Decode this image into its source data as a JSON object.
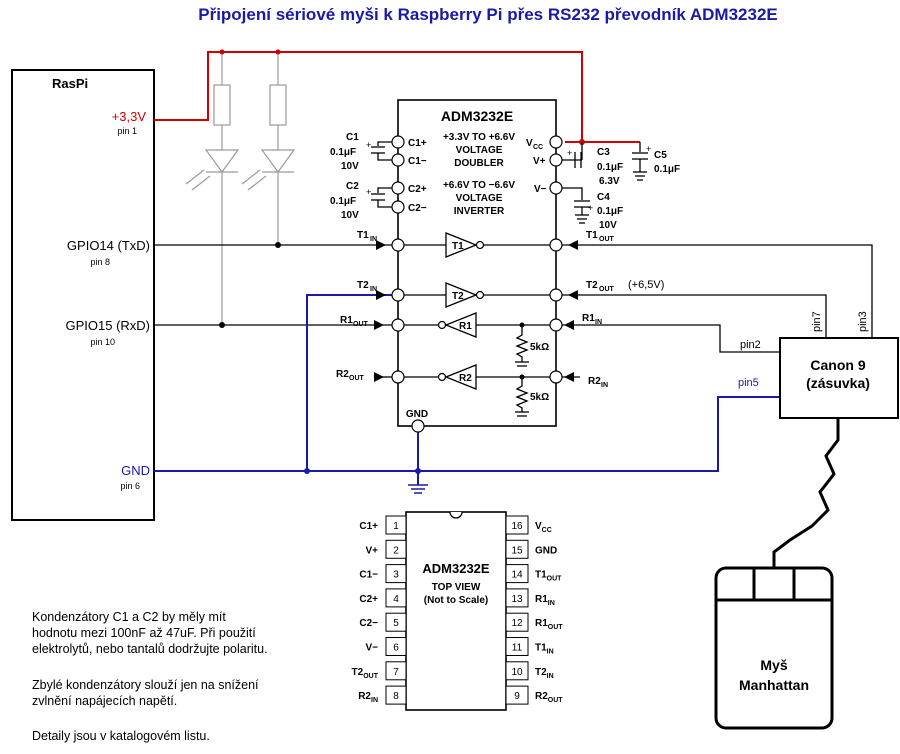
{
  "title": "Připojení  sériové myši   k Raspberry Pi přes RS232 převodník ADM3232E",
  "raspi": {
    "label": "RasPi",
    "pins": [
      {
        "name": "+3,3V",
        "pin": "pin 1",
        "color": "#d00000"
      },
      {
        "name": "GPIO14 (TxD)",
        "pin": "pin 8",
        "color": "#000000"
      },
      {
        "name": "GPIO15 (RxD)",
        "pin": "pin 10",
        "color": "#000000"
      },
      {
        "name": "GND",
        "pin": "pin 6",
        "color": "#1a1aa8"
      }
    ]
  },
  "adm": {
    "title": "ADM3232E",
    "doubler": "+3.3V TO +6.6V",
    "doubler2": "VOLTAGE",
    "doubler3": "DOUBLER",
    "inverter": "+6.6V TO −6.6V",
    "inverter2": "VOLTAGE",
    "inverter3": "INVERTER",
    "gnd": "GND",
    "caps": [
      {
        "name": "C1",
        "value": "0.1μF",
        "voltage": "10V"
      },
      {
        "name": "C2",
        "value": "0.1μF",
        "voltage": "10V"
      },
      {
        "name": "C3",
        "value": "0.1μF",
        "voltage": "6.3V"
      },
      {
        "name": "C4",
        "value": "0.1μF",
        "voltage": "10V"
      },
      {
        "name": "C5",
        "value": "0.1μF"
      }
    ],
    "left_pins": {
      "c1p": "C1+",
      "c1m": "C1−",
      "c2p": "C2+",
      "c2m": "C2−"
    },
    "right_pins": {
      "vplus": "V+",
      "vminus": "V−"
    },
    "buffers": {
      "t1": "T1",
      "t2": "T2",
      "r1": "R1",
      "r2": "R2"
    },
    "resistor": "5kΩ",
    "t2out_note": "(+6,5V)"
  },
  "connector": {
    "label1": "Canon 9",
    "label2": "(zásuvka)",
    "pin2": "pin2",
    "pin3": "pin3",
    "pin5": "pin5",
    "pin7": "pin7"
  },
  "mouse": {
    "line1": "Myš",
    "line2": "Manhattan"
  },
  "package": {
    "title": "ADM3232E",
    "sub1": "TOP VIEW",
    "sub2": "(Not to Scale)",
    "left": [
      {
        "n": "1",
        "label": "C1+"
      },
      {
        "n": "2",
        "label": "V+"
      },
      {
        "n": "3",
        "label": "C1−"
      },
      {
        "n": "4",
        "label": "C2+"
      },
      {
        "n": "5",
        "label": "C2−"
      },
      {
        "n": "6",
        "label": "V−"
      },
      {
        "n": "7",
        "label": "T2",
        "sub": "OUT"
      },
      {
        "n": "8",
        "label": "R2",
        "sub": "IN"
      }
    ],
    "right": [
      {
        "n": "16",
        "label": "V",
        "sub": "CC"
      },
      {
        "n": "15",
        "label": "GND"
      },
      {
        "n": "14",
        "label": "T1",
        "sub": "OUT"
      },
      {
        "n": "13",
        "label": "R1",
        "sub": "IN"
      },
      {
        "n": "12",
        "label": "R1",
        "sub": "OUT"
      },
      {
        "n": "11",
        "label": "T1",
        "sub": "IN"
      },
      {
        "n": "10",
        "label": "T2",
        "sub": "IN"
      },
      {
        "n": "9",
        "label": "R2",
        "sub": "OUT"
      }
    ]
  },
  "notes": {
    "p1": "Kondenzátory C1 a C2 by měly mít\nhodnotu mezi 100nF až 47uF. Při použití\nelektrolytů, nebo tantalů dodržujte polaritu.",
    "p2": "Zbylé kondenzátory slouží jen na snížení\nzvlnění napájecích napětí.",
    "p3": "Detaily jsou v katalogovém listu."
  },
  "colors": {
    "supply": "#d00000",
    "ground": "#1a1aa8",
    "title": "#1a1aa8",
    "led_gray": "#9a9a9a"
  }
}
